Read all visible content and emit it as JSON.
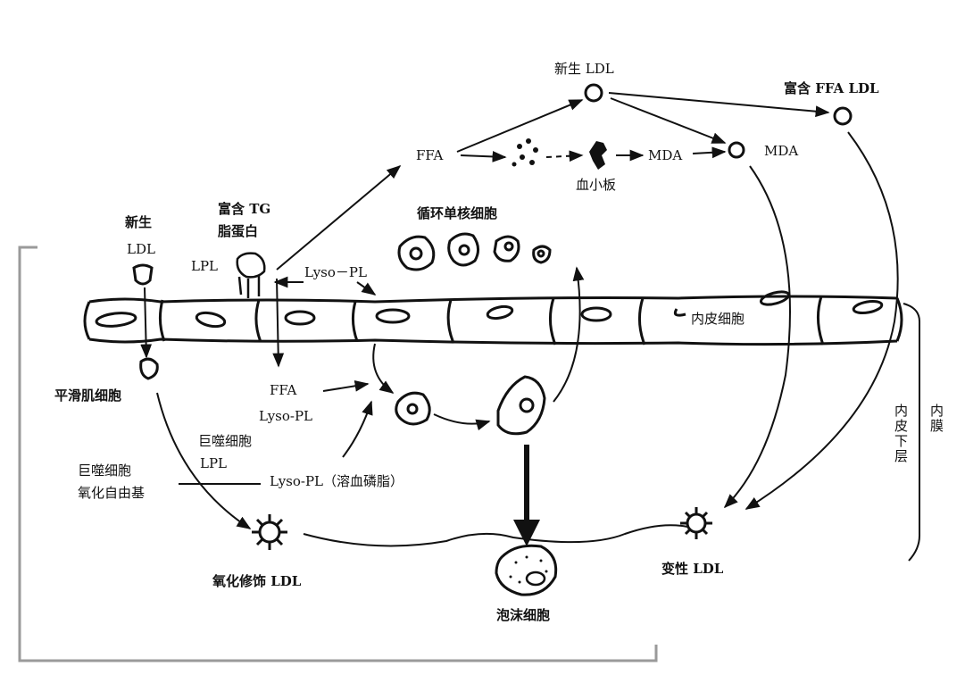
{
  "labels": {
    "new_ldl_top": "新生 LDL",
    "rich_ffa_ldl": "富含 FFA LDL",
    "ffa_top": "FFA",
    "mda_1": "MDA",
    "mda_2": "MDA",
    "platelet": "血小板",
    "circulating_monocyte": "循环单核细胞",
    "rich_tg_1": "富含 TG",
    "rich_tg_2": "脂蛋白",
    "new_ldl_left_1": "新生",
    "new_ldl_left_2": "LDL",
    "lpl_top": "LPL",
    "lyso_pl_top": "Lyso－PL",
    "endothelial_cell": "内皮细胞",
    "smooth_muscle_cell": "平滑肌细胞",
    "ffa_mid": "FFA",
    "lyso_pl_mid": "Lyso-PL",
    "macrophage_lpl_1": "巨噬细胞",
    "macrophage_lpl_2": "LPL",
    "macrophage_ox_1": "巨噬细胞",
    "macrophage_ox_2": "氧化自由基",
    "lyso_pl_hemolytic": "Lyso-PL（溶血磷脂）",
    "oxidized_ldl": "氧化修饰 LDL",
    "foam_cell": "泡沫细胞",
    "denatured_ldl": "变性 LDL",
    "subendothelial": "内皮下层",
    "intima": "内膜"
  }
}
